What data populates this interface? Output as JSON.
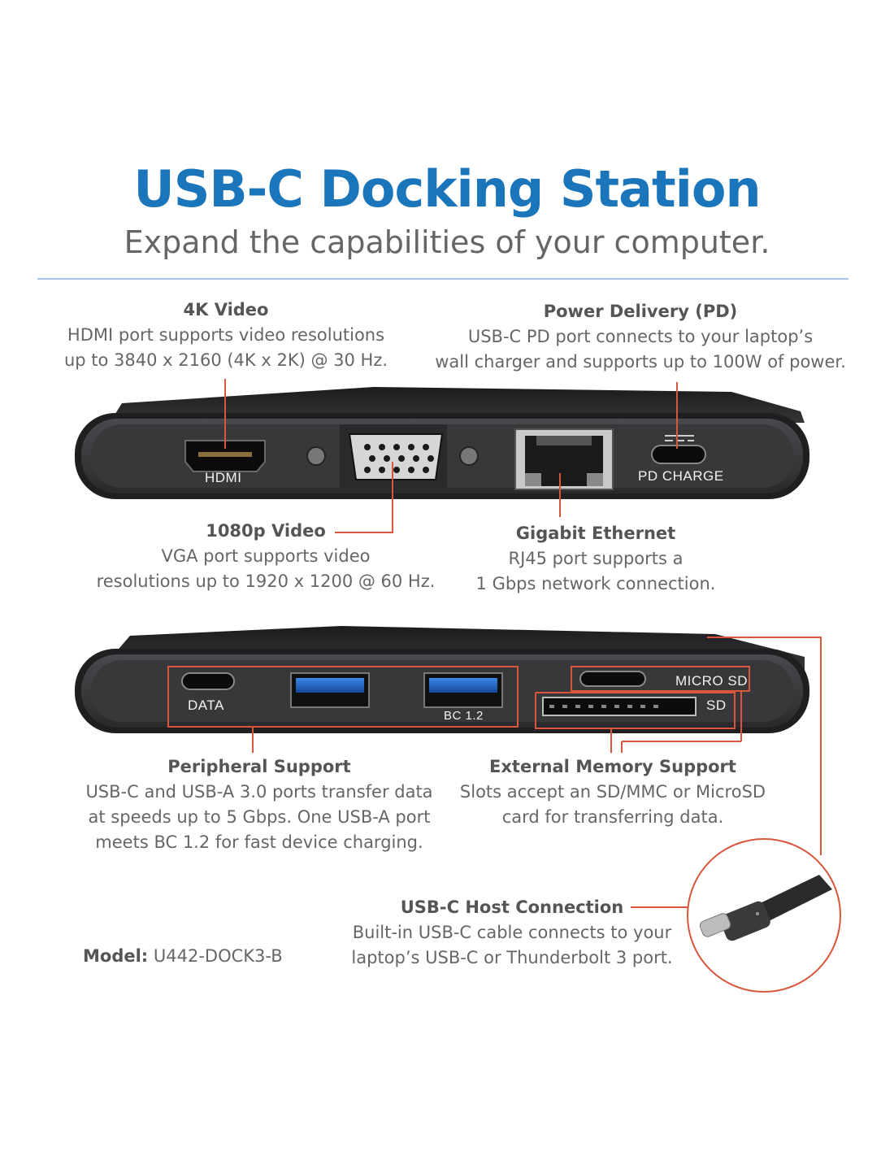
{
  "title": "USB-C Docking Station",
  "subtitle": "Expand the capabilities of your computer.",
  "callouts": {
    "video4k": {
      "heading": "4K Video",
      "body": "HDMI port supports video resolutions\nup to 3840 x 2160 (4K x 2K) @ 30 Hz."
    },
    "pd": {
      "heading": "Power Delivery (PD)",
      "body": "USB-C PD port connects to your laptop’s\nwall charger and supports up to 100W of power."
    },
    "video1080": {
      "heading": "1080p Video",
      "body": "VGA port supports video\nresolutions up to 1920 x 1200 @ 60 Hz."
    },
    "ethernet": {
      "heading": "Gigabit Ethernet",
      "body": "RJ45 port supports a\n1 Gbps network connection."
    },
    "peripheral": {
      "heading": "Peripheral Support",
      "body": "USB-C and USB-A 3.0 ports transfer data\nat speeds up to 5 Gbps. One USB-A port\nmeets BC 1.2 for fast device charging."
    },
    "memory": {
      "heading": "External Memory Support",
      "body": "Slots accept an SD/MMC or MicroSD\ncard for transferring data."
    },
    "host": {
      "heading": "USB-C Host Connection",
      "body": "Built-in USB-C cable connects to your\nlaptop’s USB-C or Thunderbolt 3 port."
    }
  },
  "port_labels": {
    "hdmi": "HDMI",
    "pd_charge": "PD CHARGE",
    "data": "DATA",
    "bc": "BC 1.2",
    "micro_sd": "MICRO SD",
    "sd": "SD"
  },
  "model": {
    "label": "Model:",
    "value": "U442-DOCK3-B"
  },
  "colors": {
    "title_blue": "#1b75bb",
    "callout_line": "#d9553b",
    "device_body": "#2b2b2d",
    "usb3_blue": "#1f63c4"
  },
  "icons": [
    "usb-c-cable-icon"
  ]
}
